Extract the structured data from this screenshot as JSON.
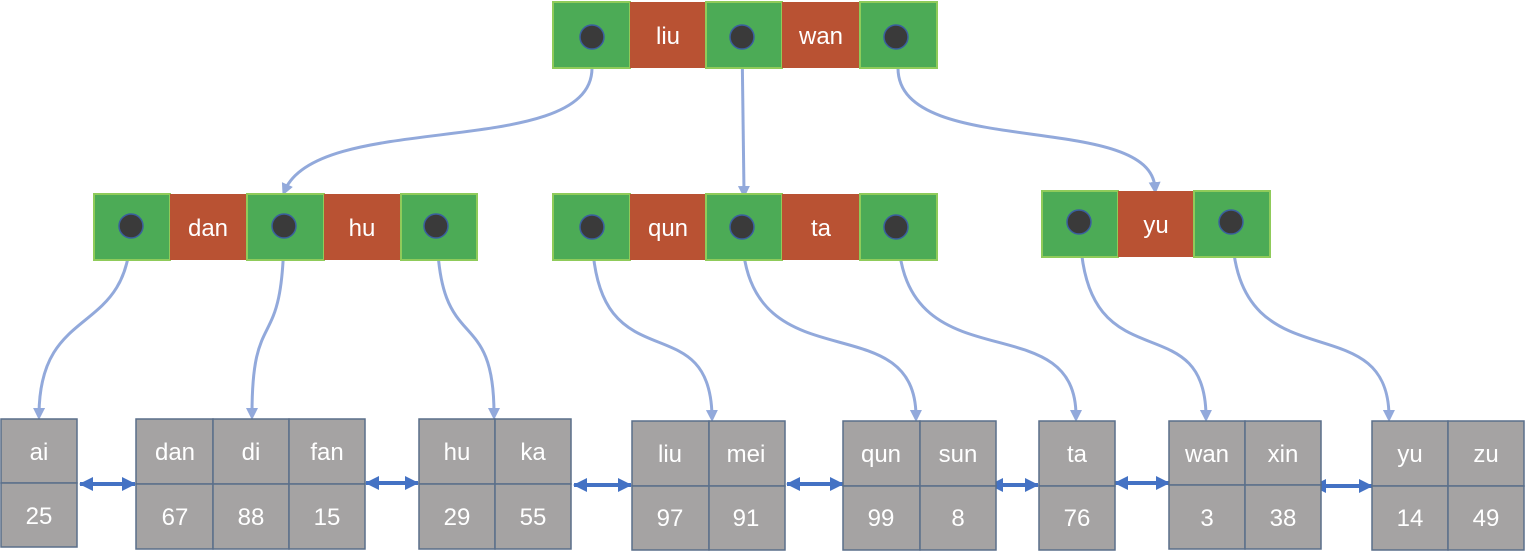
{
  "colors": {
    "pointer_cell": "#4CAB56",
    "pointer_border": "#8FCB5A",
    "pointer_dot": "#3A3A3A",
    "key_cell": "#B95233",
    "leaf_cell": "#A5A3A3",
    "leaf_border": "#5A6F8A",
    "tree_arrow": "#92A9DB",
    "sibling_arrow": "#4472C4",
    "text": "#FFFFFF"
  },
  "root": {
    "keys": [
      "liu",
      "wan"
    ]
  },
  "internal_nodes": [
    {
      "keys": [
        "dan",
        "hu"
      ]
    },
    {
      "keys": [
        "qun",
        "ta"
      ]
    },
    {
      "keys": [
        "yu"
      ]
    }
  ],
  "leaves": [
    {
      "keys": [
        "ai"
      ],
      "values": [
        "25"
      ]
    },
    {
      "keys": [
        "dan",
        "di",
        "fan"
      ],
      "values": [
        "67",
        "88",
        "15"
      ]
    },
    {
      "keys": [
        "hu",
        "ka"
      ],
      "values": [
        "29",
        "55"
      ]
    },
    {
      "keys": [
        "liu",
        "mei"
      ],
      "values": [
        "97",
        "91"
      ]
    },
    {
      "keys": [
        "qun",
        "sun"
      ],
      "values": [
        "99",
        "8"
      ]
    },
    {
      "keys": [
        "ta"
      ],
      "values": [
        "76"
      ]
    },
    {
      "keys": [
        "wan",
        "xin"
      ],
      "values": [
        "3",
        "38"
      ]
    },
    {
      "keys": [
        "yu",
        "zu"
      ],
      "values": [
        "14",
        "49"
      ]
    }
  ]
}
